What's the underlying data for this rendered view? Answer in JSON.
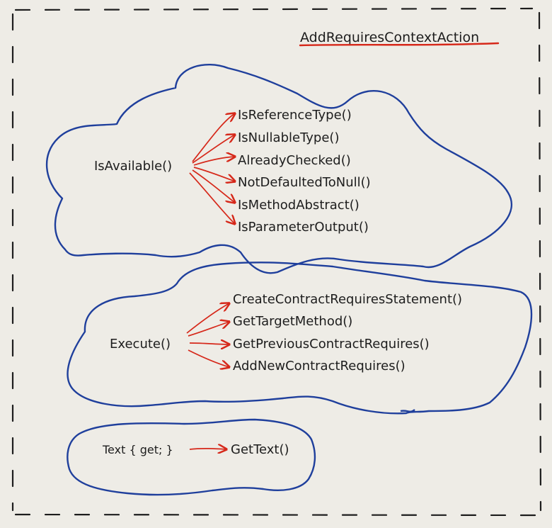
{
  "diagram": {
    "title": "AddRequiresContextAction",
    "colors": {
      "background": "#eeece6",
      "cloud": "#1f3f9c",
      "arrow": "#d6281a",
      "underline": "#d6281a",
      "text": "#1d1d1d",
      "border": "#1d1d1d"
    },
    "groups": [
      {
        "source": "IsAvailable()",
        "targets": [
          "IsReferenceType()",
          "IsNullableType()",
          "AlreadyChecked()",
          "NotDefaultedToNull()",
          "IsMethodAbstract()",
          "IsParameterOutput()"
        ]
      },
      {
        "source": "Execute()",
        "targets": [
          "CreateContractRequiresStatement()",
          "GetTargetMethod()",
          "GetPreviousContractRequires()",
          "AddNewContractRequires()"
        ]
      },
      {
        "source": "Text { get; }",
        "targets": [
          "GetText()"
        ]
      }
    ]
  }
}
